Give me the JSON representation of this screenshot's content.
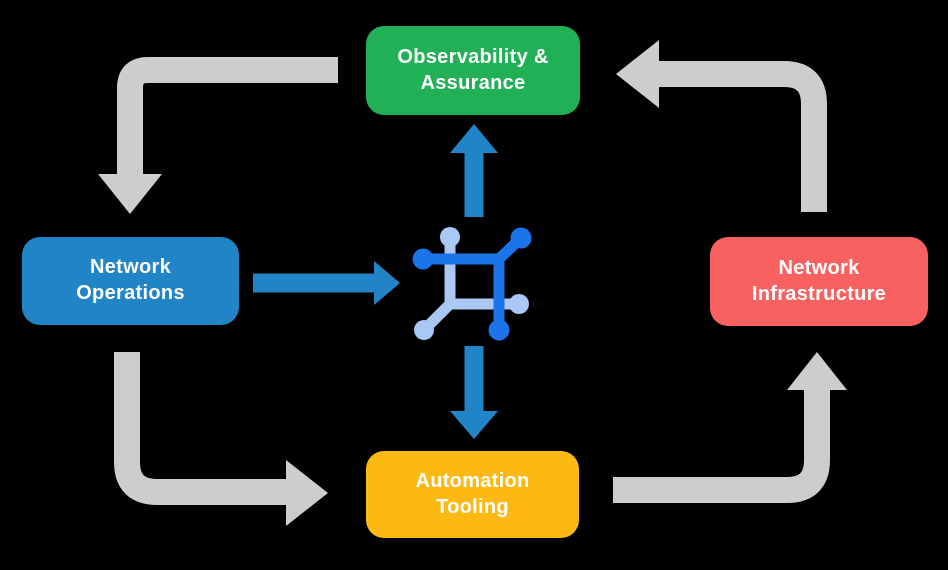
{
  "diagram": {
    "type": "cycle-flow-diagram",
    "background_color": "#000000",
    "text_color": "#FFFFFF"
  },
  "nodes": {
    "observability": {
      "line1": "Observability &",
      "line2": "Assurance",
      "color": "#21B056"
    },
    "operations": {
      "line1": "Network",
      "line2": "Operations",
      "color": "#2184C6"
    },
    "infrastructure": {
      "line1": "Network",
      "line2": "Infrastructure",
      "color": "#F96060"
    },
    "automation": {
      "line1": "Automation",
      "line2": "Tooling",
      "color": "#FCB813"
    }
  },
  "hub_icon": {
    "name": "network-fabric-hub-icon",
    "primary_color": "#1B74E8",
    "secondary_color": "#A9C9F4"
  },
  "arrows": {
    "cycle_color": "#CDCDCD",
    "flow_color": "#2184C6",
    "cycle": [
      {
        "from": "observability",
        "to": "operations"
      },
      {
        "from": "operations",
        "to": "automation"
      },
      {
        "from": "automation",
        "to": "infrastructure"
      },
      {
        "from": "infrastructure",
        "to": "observability"
      }
    ],
    "flows": [
      {
        "from": "operations",
        "to": "hub-icon"
      },
      {
        "from": "hub-icon",
        "to": "observability"
      },
      {
        "from": "hub-icon",
        "to": "automation"
      }
    ]
  }
}
